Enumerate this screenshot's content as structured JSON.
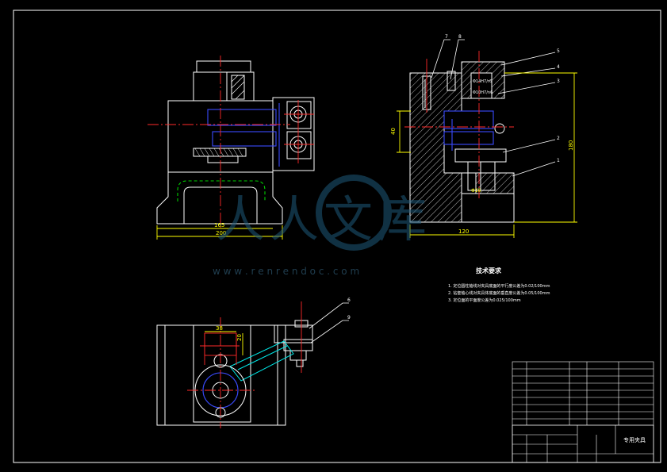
{
  "front_view": {
    "dims": {
      "d165": "165",
      "d200": "200"
    }
  },
  "side_view": {
    "dims": {
      "d40": "40",
      "d120": "120",
      "d180": "180",
      "d_phi16": "Φ16"
    },
    "labels": {
      "bushing_fit": "Φ14H7/r6",
      "bushing_fit2": "Φ10H7/n6"
    },
    "leaders": [
      "7",
      "8",
      "5",
      "4",
      "3",
      "2",
      "1"
    ]
  },
  "top_view": {
    "dims": {
      "d38": "38",
      "d20": "20"
    },
    "leaders": [
      "6",
      "9"
    ]
  },
  "watermark": {
    "logo_text": "人人文库",
    "url": "w w w . r e n r e n d o c . c o m"
  },
  "tech_requirements": {
    "title": "技术要求",
    "items": [
      "1. 定位圆柱轴线对夹具底面的平行度公差为0.02/100mm",
      "2. 钻套轴心线对夹具体底面的垂直度公差为0.05/100mm",
      "3. 定位面的平面度公差为0.025/100mm"
    ]
  },
  "title_block": {
    "drawing_title": "专用夹具",
    "parts_rows": 9
  }
}
